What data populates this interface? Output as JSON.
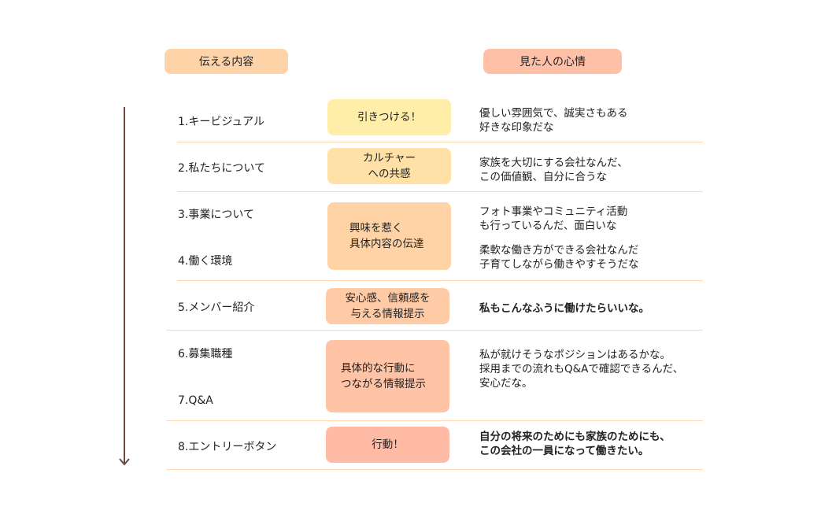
{
  "headers": {
    "left": "伝える内容",
    "right": "見た人の心情"
  },
  "colors": {
    "arrow": "#6B4A3E",
    "separator": "#FFD6B0",
    "header_left": "#FFD3A8",
    "header_right": "#FFC0A8"
  },
  "items": [
    "1.キービジュアル",
    "2.私たちについて",
    "3.事業について",
    "4.働く環境",
    "5.メンバー紹介",
    "6.募集職種",
    "7.Q&A",
    "8.エントリーボタン"
  ],
  "goals": [
    "引きつける！",
    "カルチャー\nへの共感",
    "興味を惹く\n具体内容の伝達",
    "安心感、信頼感を\n与える情報提示",
    "具体的な行動に\nつながる情報提示",
    "行動！"
  ],
  "feelings": [
    "優しい雰囲気で、誠実さもある\n好きな印象だな",
    "家族を大切にする会社なんだ、\nこの価値観、自分に合うな",
    "フォト事業やコミュニティ活動\nも行っているんだ、面白いな",
    "柔軟な働き方ができる会社なんだ\n子育てしながら働きやすそうだな",
    "私もこんなふうに働けたらいいな。",
    "私が就けそうなポジションはあるかな。\n採用までの流れもQ&Aで確認できるんだ、\n安心だな。",
    "自分の将来のためにも家族のためにも、\nこの会社の一員になって働きたい。"
  ]
}
